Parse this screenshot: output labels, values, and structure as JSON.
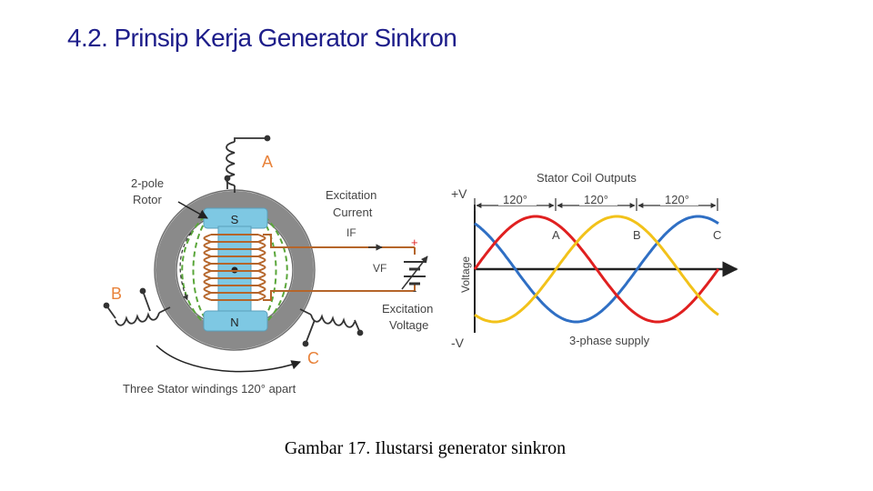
{
  "slide": {
    "title": "4.2. Prinsip Kerja Generator Sinkron",
    "caption": "Gambar 17. Ilustarsi generator sinkron"
  },
  "generator": {
    "rotor_label_line1": "2-pole",
    "rotor_label_line2": "Rotor",
    "pole_north": "N",
    "pole_south": "S",
    "winding_a": "A",
    "winding_b": "B",
    "winding_c": "C",
    "excitation_current_line1": "Excitation",
    "excitation_current_line2": "Current",
    "current_symbol": "IF",
    "voltage_symbol": "VF",
    "plus_sign": "+",
    "minus_sign": "-",
    "excitation_voltage_line1": "Excitation",
    "excitation_voltage_line2": "Voltage",
    "stator_caption": "Three Stator windings 120° apart"
  },
  "waveform": {
    "title": "Stator Coil Outputs",
    "y_top": "+V",
    "y_bottom": "-V",
    "y_axis_label": "Voltage",
    "angle_1": "120°",
    "angle_2": "120°",
    "angle_3": "120°",
    "phase_a": "A",
    "phase_b": "B",
    "phase_c": "C",
    "footer": "3-phase supply"
  },
  "colors": {
    "title": "#1d1d8a",
    "phase_a": "#e02020",
    "phase_b": "#f2c21a",
    "phase_c": "#2f6fc4",
    "winding_label": "#e8823a",
    "coil": "#b5652a",
    "rotor_core": "#7ec8e3",
    "flux_lines": "#5aa63a",
    "stator_ring": "#8a8a8a"
  }
}
